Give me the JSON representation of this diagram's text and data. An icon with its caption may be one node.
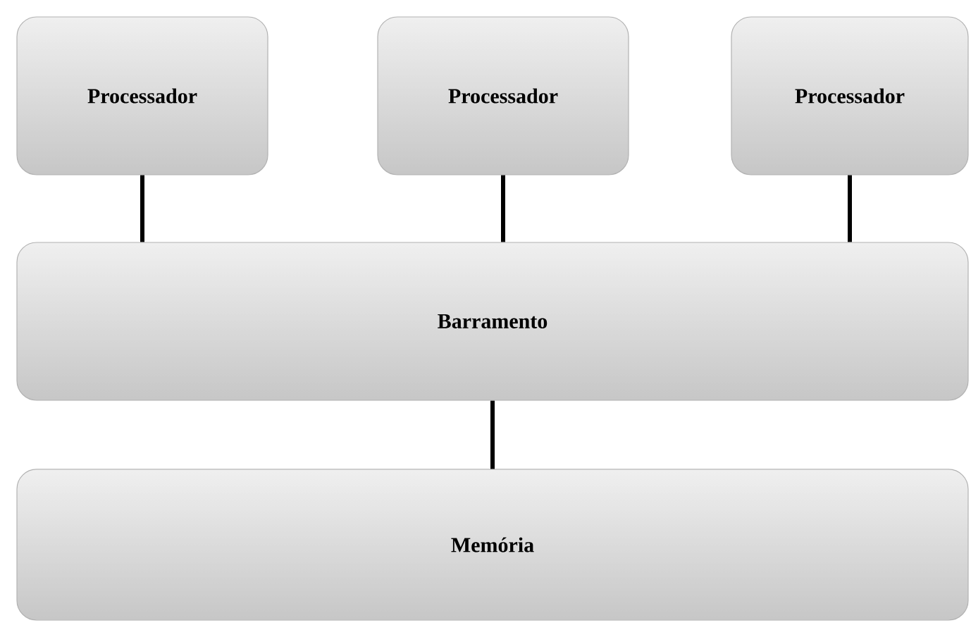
{
  "diagram": {
    "nodes": [
      {
        "text": [
          "Processador"
        ]
      },
      {
        "text": [
          "Processador"
        ]
      },
      {
        "text": [
          "Processador"
        ]
      },
      {
        "text": [
          "Barramento"
        ]
      },
      {
        "text": [
          "Memória"
        ]
      }
    ],
    "edges": [
      {
        "from": 0,
        "to": 3,
        "arrow": "none"
      },
      {
        "from": 1,
        "to": 3,
        "arrow": "none"
      },
      {
        "from": 2,
        "to": 3,
        "arrow": "none"
      },
      {
        "from": 3,
        "to": 4,
        "arrow": "none"
      }
    ]
  }
}
